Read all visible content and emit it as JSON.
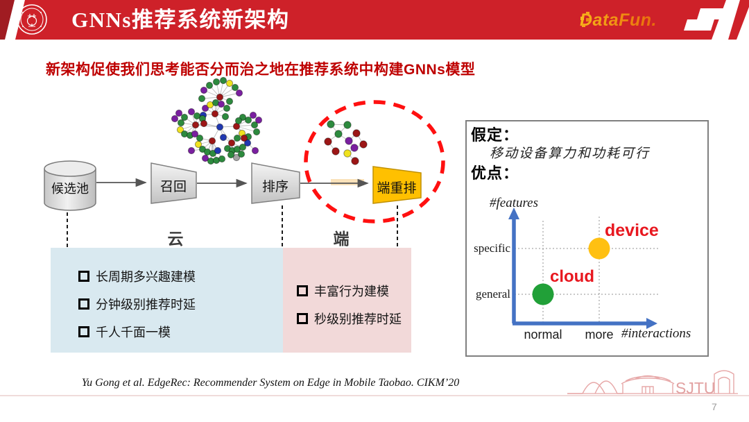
{
  "header": {
    "title": "GNNs推荐系统新架构",
    "brand": "DataFun."
  },
  "subtitle": "新架构促使我们思考能否分而治之地在推荐系统中构建GNNs模型",
  "pipeline": {
    "source": "候选池",
    "stages": [
      "召回",
      "排序",
      "端重排"
    ],
    "highlight_fill": "#FFC000",
    "circle_color": "#FF1010"
  },
  "zones": {
    "cloud": {
      "label": "云",
      "bg": "#D9E9F0",
      "items": [
        "长周期多兴趣建模",
        "分钟级别推荐时延",
        "千人千面一模"
      ]
    },
    "edge": {
      "label": "端",
      "bg": "#F2D9D9",
      "items": [
        "丰富行为建模",
        "秒级别推荐时延"
      ]
    }
  },
  "panel": {
    "assumption_label": "假定：",
    "assumption_text": "移动设备算力和功耗可行",
    "advantage_label": "优点："
  },
  "chart_data": {
    "type": "scatter",
    "xlabel": "#interactions",
    "ylabel": "#features",
    "x_ticks": [
      "normal",
      "more"
    ],
    "y_ticks": [
      "general",
      "specific"
    ],
    "points": [
      {
        "label": "cloud",
        "x": "normal",
        "y": "general",
        "color": "#21A038"
      },
      {
        "label": "device",
        "x": "more",
        "y": "specific",
        "color": "#FFC012"
      }
    ],
    "axis_color": "#4472C4",
    "point_label_color": "#E8171F",
    "grid": "dotted"
  },
  "citation": "Yu Gong et al. EdgeRec: Recommender System on Edge in Mobile Taobao. CIKM’20",
  "footer": {
    "watermark_text": "SJTU",
    "page_number": "7"
  },
  "network_colors": {
    "g": "#2D8A3E",
    "p": "#7A1FA0",
    "r": "#9C1616",
    "y": "#EFE21F",
    "b": "#2038B0",
    "x": "#A3A3A3"
  },
  "network": {
    "nodes": [
      [
        302,
        123,
        "g"
      ],
      [
        312,
        118,
        "g"
      ],
      [
        322,
        116,
        "g"
      ],
      [
        331,
        120,
        "y"
      ],
      [
        339,
        126,
        "g"
      ],
      [
        345,
        134,
        "p"
      ],
      [
        294,
        130,
        "p"
      ],
      [
        291,
        142,
        "g"
      ],
      [
        317,
        140,
        "r"
      ],
      [
        331,
        146,
        "g"
      ],
      [
        296,
        156,
        "p"
      ],
      [
        303,
        151,
        "y"
      ],
      [
        311,
        148,
        "g"
      ],
      [
        319,
        150,
        "p"
      ],
      [
        327,
        156,
        "g"
      ],
      [
        310,
        164,
        "r"
      ],
      [
        293,
        166,
        "b"
      ],
      [
        325,
        168,
        "g"
      ],
      [
        317,
        183,
        "b"
      ],
      [
        350,
        169,
        "g"
      ],
      [
        358,
        173,
        "g"
      ],
      [
        365,
        166,
        "p"
      ],
      [
        367,
        180,
        "g"
      ],
      [
        373,
        173,
        "p"
      ],
      [
        370,
        190,
        "g"
      ],
      [
        341,
        182,
        "r"
      ],
      [
        349,
        192,
        "y"
      ],
      [
        358,
        197,
        "g"
      ],
      [
        344,
        174,
        "g"
      ],
      [
        322,
        198,
        "b"
      ],
      [
        334,
        206,
        "r"
      ],
      [
        342,
        199,
        "g"
      ],
      [
        328,
        214,
        "g"
      ],
      [
        335,
        217,
        "g"
      ],
      [
        342,
        215,
        "g"
      ],
      [
        350,
        212,
        "g"
      ],
      [
        357,
        206,
        "b"
      ],
      [
        352,
        199,
        "r"
      ],
      [
        368,
        217,
        "p"
      ],
      [
        341,
        227,
        "x"
      ],
      [
        348,
        222,
        "g"
      ],
      [
        333,
        223,
        "g"
      ],
      [
        258,
        163,
        "p"
      ],
      [
        266,
        169,
        "g"
      ],
      [
        276,
        161,
        "p"
      ],
      [
        284,
        167,
        "g"
      ],
      [
        292,
        171,
        "g"
      ],
      [
        294,
        178,
        "r"
      ],
      [
        261,
        177,
        "g"
      ],
      [
        260,
        187,
        "y"
      ],
      [
        266,
        193,
        "g"
      ],
      [
        274,
        195,
        "g"
      ],
      [
        281,
        193,
        "p"
      ],
      [
        282,
        180,
        "r"
      ],
      [
        252,
        171,
        "p"
      ],
      [
        288,
        199,
        "g"
      ],
      [
        286,
        208,
        "y"
      ],
      [
        292,
        215,
        "g"
      ],
      [
        299,
        219,
        "g"
      ],
      [
        307,
        221,
        "g"
      ],
      [
        314,
        217,
        "b"
      ],
      [
        306,
        203,
        "r"
      ],
      [
        296,
        228,
        "p"
      ],
      [
        304,
        232,
        "g"
      ],
      [
        312,
        231,
        "g"
      ],
      [
        320,
        229,
        "g"
      ],
      [
        276,
        217,
        "p"
      ]
    ],
    "edges": [
      [
        8,
        0
      ],
      [
        8,
        1
      ],
      [
        8,
        2
      ],
      [
        8,
        3
      ],
      [
        8,
        4
      ],
      [
        8,
        5
      ],
      [
        8,
        6
      ],
      [
        8,
        7
      ],
      [
        8,
        9
      ],
      [
        15,
        10
      ],
      [
        15,
        11
      ],
      [
        15,
        12
      ],
      [
        15,
        13
      ],
      [
        15,
        14
      ],
      [
        15,
        16
      ],
      [
        15,
        17
      ],
      [
        8,
        15
      ],
      [
        15,
        18
      ],
      [
        18,
        25
      ],
      [
        18,
        29
      ],
      [
        18,
        30
      ],
      [
        18,
        53
      ],
      [
        18,
        61
      ],
      [
        18,
        47
      ],
      [
        25,
        19
      ],
      [
        25,
        20
      ],
      [
        25,
        22
      ],
      [
        25,
        24
      ],
      [
        25,
        26
      ],
      [
        25,
        27
      ],
      [
        25,
        28
      ],
      [
        21,
        20
      ],
      [
        23,
        22
      ],
      [
        30,
        29
      ],
      [
        30,
        31
      ],
      [
        30,
        32
      ],
      [
        30,
        33
      ],
      [
        30,
        34
      ],
      [
        30,
        35
      ],
      [
        30,
        37
      ],
      [
        36,
        35
      ],
      [
        38,
        36
      ],
      [
        39,
        33
      ],
      [
        40,
        34
      ],
      [
        41,
        32
      ],
      [
        53,
        43
      ],
      [
        53,
        44
      ],
      [
        53,
        45
      ],
      [
        53,
        46
      ],
      [
        53,
        47
      ],
      [
        53,
        48
      ],
      [
        53,
        49
      ],
      [
        53,
        50
      ],
      [
        53,
        51
      ],
      [
        53,
        52
      ],
      [
        54,
        48
      ],
      [
        42,
        43
      ],
      [
        61,
        55
      ],
      [
        61,
        56
      ],
      [
        61,
        57
      ],
      [
        61,
        58
      ],
      [
        61,
        59
      ],
      [
        61,
        60
      ],
      [
        61,
        62
      ],
      [
        61,
        63
      ],
      [
        61,
        64
      ],
      [
        61,
        65
      ],
      [
        66,
        57
      ]
    ]
  },
  "mini_network": {
    "nodes": [
      [
        477,
        179,
        "g"
      ],
      [
        501,
        180,
        "g"
      ],
      [
        488,
        193,
        "g"
      ],
      [
        473,
        204,
        "r"
      ],
      [
        503,
        203,
        "p"
      ],
      [
        514,
        192,
        "r"
      ],
      [
        511,
        213,
        "p"
      ],
      [
        524,
        208,
        "r"
      ],
      [
        484,
        218,
        "r"
      ],
      [
        501,
        221,
        "y"
      ],
      [
        512,
        232,
        "r"
      ]
    ],
    "edges": [
      [
        0,
        1
      ],
      [
        0,
        2
      ],
      [
        1,
        2
      ],
      [
        2,
        3
      ],
      [
        3,
        8
      ],
      [
        2,
        4
      ],
      [
        4,
        5
      ],
      [
        4,
        6
      ],
      [
        5,
        7
      ],
      [
        6,
        9
      ],
      [
        9,
        10
      ],
      [
        6,
        7
      ]
    ]
  }
}
